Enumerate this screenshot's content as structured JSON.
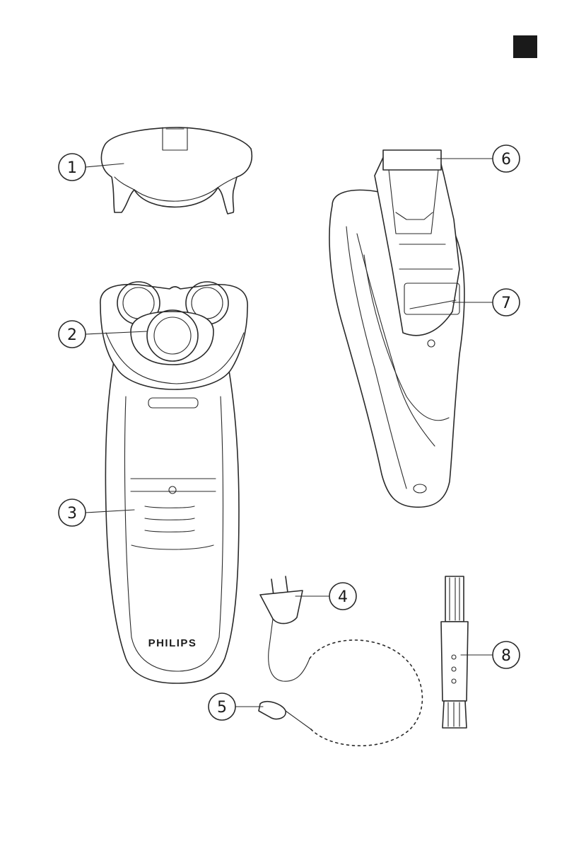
{
  "brand_label": "PHILIPS",
  "callouts": [
    {
      "id": 1,
      "label": "1",
      "part": "protection-cap"
    },
    {
      "id": 2,
      "label": "2",
      "part": "shaving-unit"
    },
    {
      "id": 3,
      "label": "3",
      "part": "on-off-button"
    },
    {
      "id": 4,
      "label": "4",
      "part": "plug"
    },
    {
      "id": 5,
      "label": "5",
      "part": "appliance-socket"
    },
    {
      "id": 6,
      "label": "6",
      "part": "trimmer"
    },
    {
      "id": 7,
      "label": "7",
      "part": "trimmer-slide"
    },
    {
      "id": 8,
      "label": "8",
      "part": "cleaning-brush"
    }
  ],
  "colors": {
    "line": "#2a2a2a",
    "corner_tab": "#1a1a1a",
    "background": "#ffffff"
  }
}
